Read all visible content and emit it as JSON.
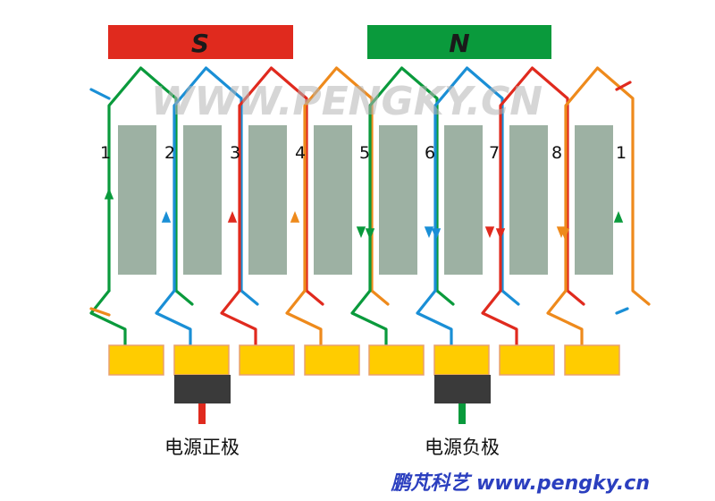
{
  "poles": {
    "south": {
      "label": "S",
      "color": "#e02a1e"
    },
    "north": {
      "label": "N",
      "color": "#0a9a3c"
    }
  },
  "watermark": "WWW.PENGKY.CN",
  "coil_numbers": [
    "1",
    "2",
    "3",
    "4",
    "5",
    "6",
    "7",
    "8",
    "1"
  ],
  "brushes": {
    "positive": {
      "label": "电源正极",
      "lead_color": "#e02a1e"
    },
    "negative": {
      "label": "电源负极",
      "lead_color": "#0a9a3c"
    }
  },
  "footer": "鹏芃科艺 www.pengky.cn",
  "colors": {
    "green": "#0a9a3c",
    "blue": "#1a8fd6",
    "red": "#e02a1e",
    "orange": "#ee8a1c",
    "core": "#9db1a3",
    "commutator": "#ffcc00",
    "brush": "#3a3a3a",
    "footer": "#2b3fbf"
  }
}
